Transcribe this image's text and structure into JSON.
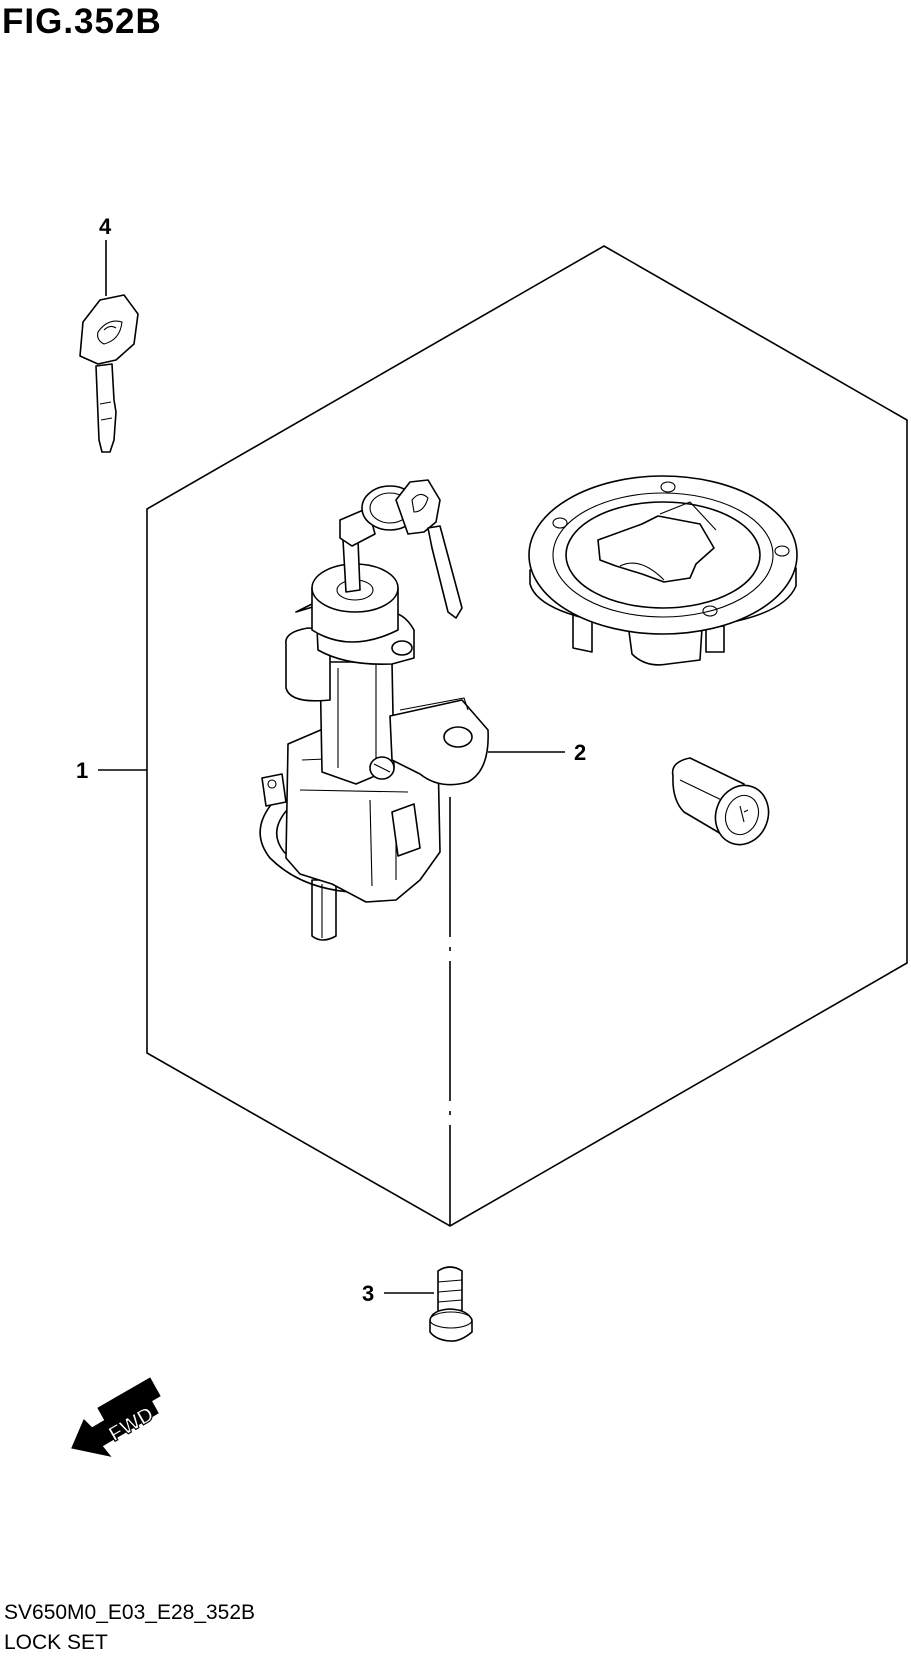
{
  "figure": {
    "title": "FIG.352B",
    "code": "SV650M0_E03_E28_352B",
    "name": "LOCK SET"
  },
  "callouts": [
    "1",
    "2",
    "3",
    "4"
  ],
  "direction_label": "FWD",
  "icons": [
    "ignition-key-icon",
    "ignition-switch-icon",
    "fuel-cap-lock-icon",
    "seat-lock-cylinder-icon",
    "screw-icon",
    "fwd-arrow-icon"
  ]
}
